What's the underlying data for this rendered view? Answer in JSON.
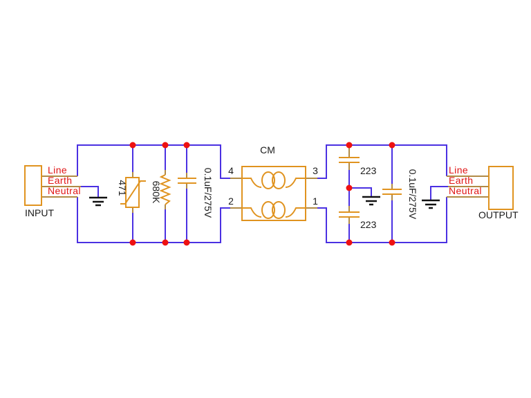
{
  "colors": {
    "background": "#ffffff",
    "wire": "#4a30e2",
    "component": "#e0931f",
    "pin": "#b18a45",
    "junction": "#ee1111",
    "net_label": "#e01414",
    "ground": "#111111",
    "text": "#1a1a1a"
  },
  "input": {
    "label": "INPUT",
    "nets": [
      "Line",
      "Earth",
      "Neutral"
    ]
  },
  "output": {
    "label": "OUTPUT",
    "nets": [
      "Line",
      "Earth",
      "Neutral"
    ]
  },
  "components": {
    "varistor": {
      "value": "471"
    },
    "resistor": {
      "value": "680K"
    },
    "x_cap_input": {
      "value": "0.1uF/275V"
    },
    "choke": {
      "label": "CM",
      "pins": [
        "4",
        "3",
        "2",
        "1"
      ]
    },
    "y_cap_top": {
      "value": "223"
    },
    "y_cap_bottom": {
      "value": "223"
    },
    "x_cap_output": {
      "value": "0.1uF/275V"
    }
  }
}
